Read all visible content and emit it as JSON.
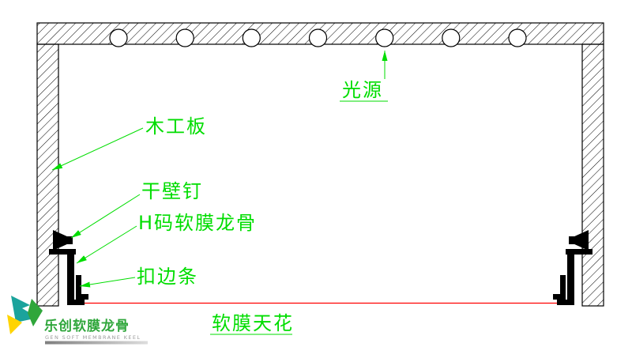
{
  "labels": {
    "light_source": "光源",
    "plywood_board": "木工板",
    "drywall_nail": "干壁钉",
    "h_code_keel": "H码软膜龙骨",
    "edge_trim_strip": "扣边条",
    "soft_membrane_ceiling": "软膜天花"
  },
  "logo": {
    "brand_cn": "乐创软膜龙骨",
    "brand_en": "GEN SOFT MEMBRANE KEEL"
  },
  "colors": {
    "annotation_green": "#00dd00",
    "membrane_red": "#ff0000",
    "line_black": "#000000",
    "logo_teal": "#1ba39c",
    "logo_green": "#2fa63b",
    "logo_yellow": "#ffd400",
    "logo_gray": "#9b9b9b"
  },
  "diagram": {
    "lamp_count": 7
  }
}
